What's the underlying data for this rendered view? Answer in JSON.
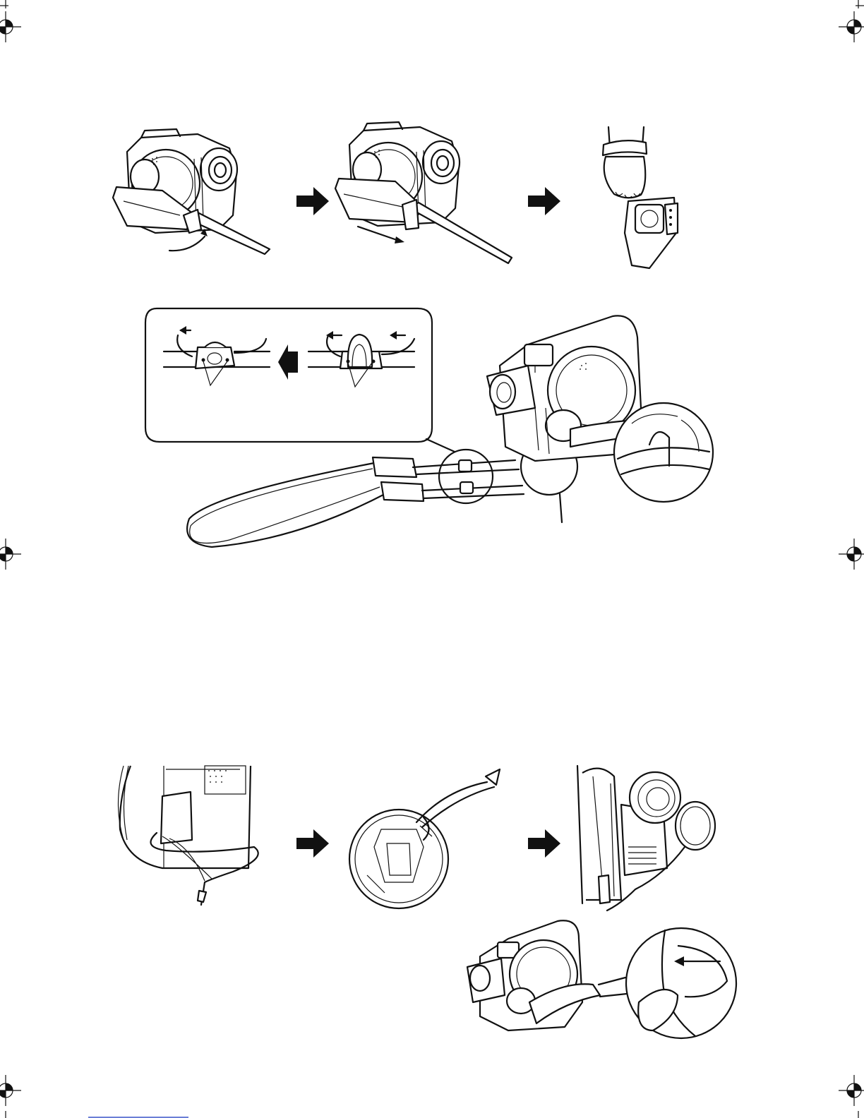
{
  "page": {
    "background": "#ffffff",
    "ink_color": "#111111",
    "footer_rule_color": "#3a55c8"
  },
  "figures": [
    {
      "id": "grip-belt-steps",
      "panels": [
        "open-grip-belt",
        "slide-belt",
        "hand-through-belt"
      ]
    },
    {
      "id": "shoulder-strap-attachment",
      "panels": [
        "buckle-callout",
        "camera-strap-closeup"
      ]
    },
    {
      "id": "lens-cap-attachment",
      "panels": [
        "cord-through-loop",
        "cap-with-cord",
        "cap-attached",
        "belt-loop-detail"
      ]
    }
  ],
  "icons": [
    "arrow-right-icon",
    "arrow-left-icon",
    "registration-mark-icon"
  ]
}
